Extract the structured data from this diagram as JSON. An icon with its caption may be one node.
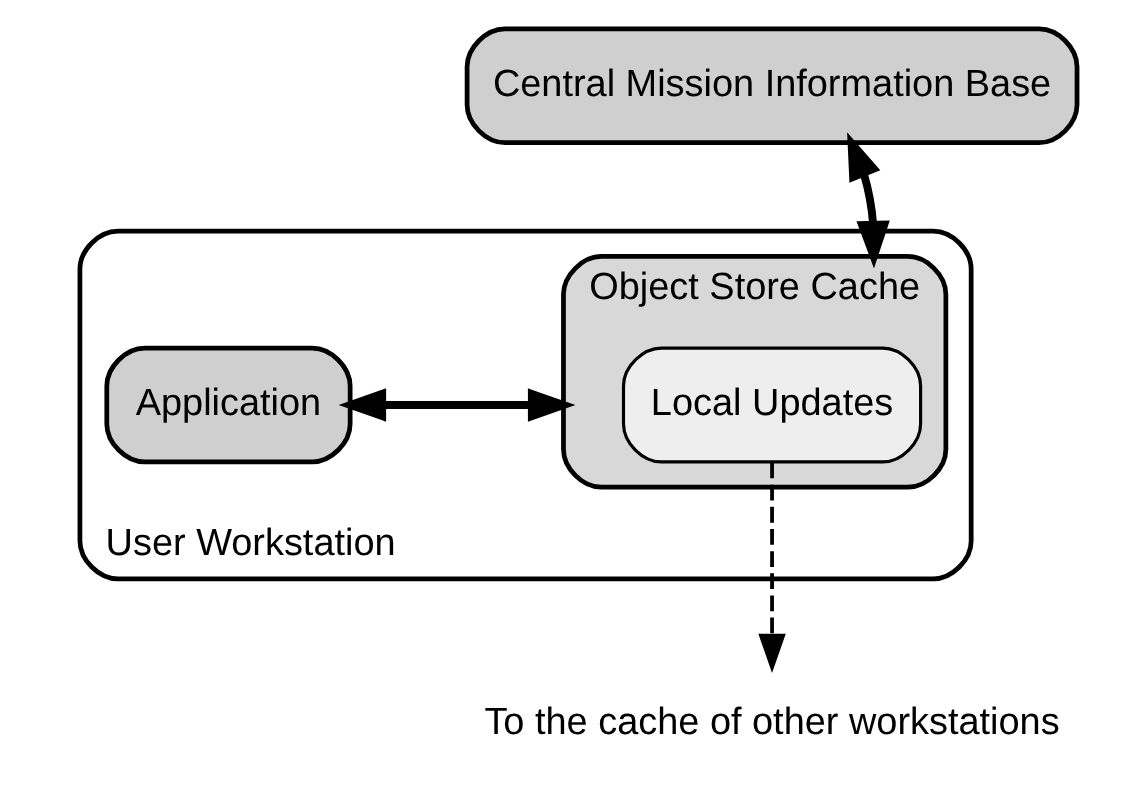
{
  "diagram": {
    "nodes": [
      {
        "text": [
          "Central Mission Information Base"
        ]
      },
      {
        "text": [
          "User Workstation"
        ]
      },
      {
        "text": [
          "Application"
        ],
        "in": 1
      },
      {
        "text": [
          "Object Store Cache"
        ],
        "in": 1
      },
      {
        "text": [
          "Local Updates"
        ],
        "in": 3
      },
      {
        "text": [
          "To the cache of other workstations"
        ]
      }
    ],
    "edges": [
      {
        "from": 0,
        "to": 3,
        "arrow": "both"
      },
      {
        "from": 2,
        "to": 3,
        "arrow": "both"
      },
      {
        "from": 4,
        "to": 5,
        "arrow": "to",
        "style": "dashed"
      }
    ]
  }
}
